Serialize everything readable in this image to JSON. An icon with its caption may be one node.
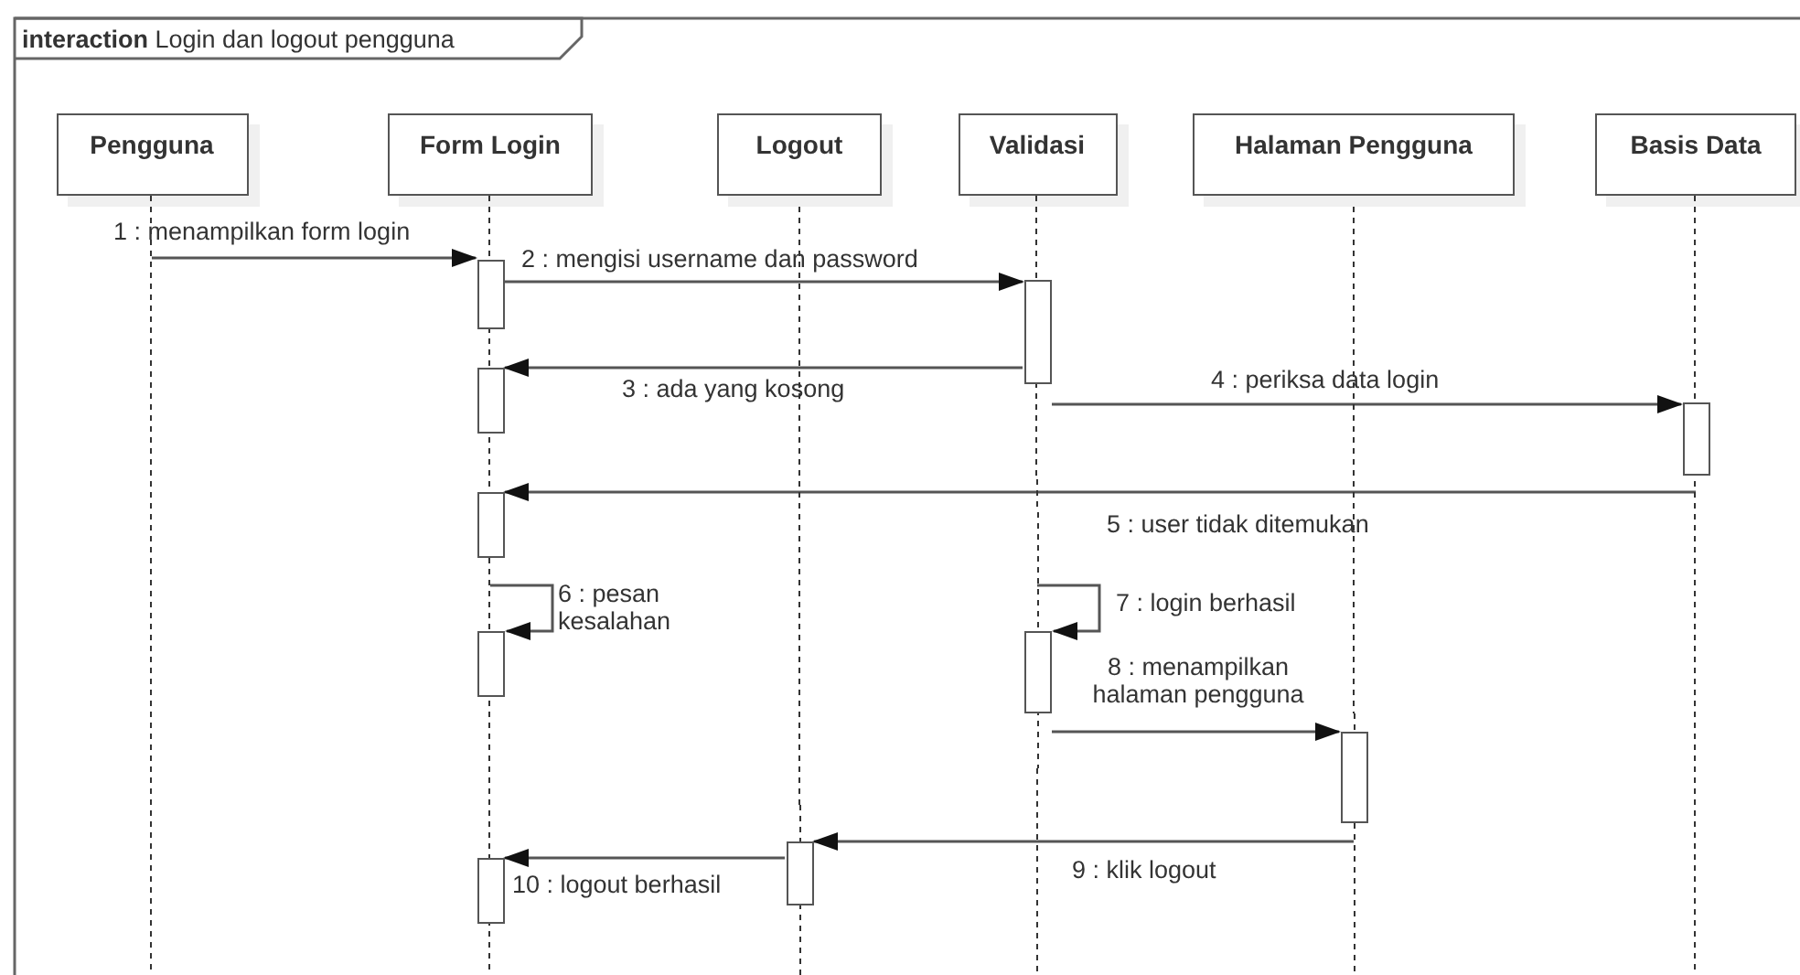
{
  "diagram": {
    "title": "**interaction** Login dan logout pengguna",
    "nodes": [
      {
        "text": [
          "Pengguna"
        ]
      },
      {
        "text": [
          "Form Login"
        ]
      },
      {
        "text": [
          "Logout"
        ]
      },
      {
        "text": [
          "Validasi"
        ]
      },
      {
        "text": [
          "Halaman Pengguna"
        ]
      },
      {
        "text": [
          "Basis Data"
        ]
      },
      {
        "text": [],
        "shape": "bar"
      },
      {
        "text": [],
        "shape": "bar"
      },
      {
        "text": [],
        "shape": "bar"
      }
    ],
    "edges": [
      {
        "from": 0,
        "to": 1,
        "arrow": "to",
        "label": "1 : menampilkan form login"
      },
      {
        "from": 1,
        "to": 3,
        "arrow": "to",
        "label": "2 : mengisi username dan password"
      },
      {
        "from": 3,
        "to": 1,
        "arrow": "to",
        "label": "3 : ada yang kosong"
      },
      {
        "from": 3,
        "to": 5,
        "arrow": "to",
        "label": "4 : periksa data login"
      },
      {
        "from": 5,
        "to": 1,
        "arrow": "to",
        "label": "5 : user tidak ditemukan"
      },
      {
        "from": 1,
        "to": 1,
        "arrow": "to",
        "label": "6 : pesan kesalahan"
      },
      {
        "from": 7,
        "to": 7,
        "arrow": "to",
        "label": "7 : login berhasil"
      },
      {
        "from": 7,
        "to": 8,
        "arrow": "to",
        "label": "8 : menampilkan halaman pengguna"
      },
      {
        "from": 8,
        "to": 6,
        "arrow": "to",
        "label": "9 : klik logout"
      },
      {
        "from": 6,
        "to": 1,
        "arrow": "to",
        "label": "10 : logout berhasil"
      },
      {
        "from": 2,
        "to": 6,
        "arrow": "none",
        "style": "dashed"
      },
      {
        "from": 3,
        "to": 7,
        "arrow": "none",
        "style": "dashed"
      },
      {
        "from": 4,
        "to": 8,
        "arrow": "none",
        "style": "dashed"
      }
    ]
  }
}
